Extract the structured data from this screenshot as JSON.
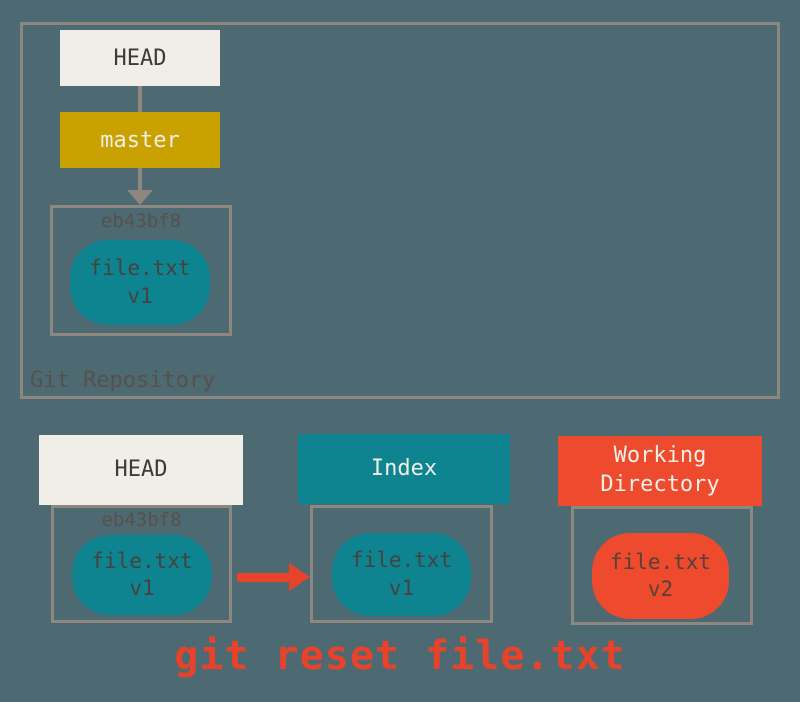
{
  "colors": {
    "background": "#4d6972",
    "border": "#8e8780",
    "cream": "#f0eee6",
    "gold": "#c9a100",
    "teal": "#0e8490",
    "red": "#ee4a2e",
    "caption_red": "#e8432a",
    "dark_text": "#3e3a36",
    "muted_label": "#57514b",
    "teal_pill_text": "#46423e",
    "red_pill_text": "#554137"
  },
  "repository": {
    "label": "Git Repository",
    "head": "HEAD",
    "branch": "master",
    "commit": {
      "hash": "eb43bf8",
      "file_name": "file.txt",
      "file_version": "v1"
    }
  },
  "columns": {
    "head": {
      "title": "HEAD",
      "hash": "eb43bf8",
      "file_name": "file.txt",
      "file_version": "v1"
    },
    "index": {
      "title": "Index",
      "file_name": "file.txt",
      "file_version": "v1"
    },
    "working_directory": {
      "title": "Working Directory",
      "file_name": "file.txt",
      "file_version": "v2"
    }
  },
  "caption": "git reset file.txt"
}
